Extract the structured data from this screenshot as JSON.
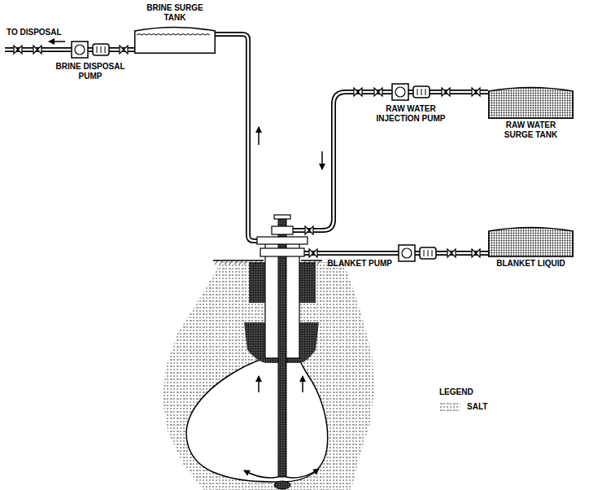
{
  "diagram": {
    "nodes": [
      {
        "text": [
          "BRINE SURGE TANK"
        ]
      },
      {
        "text": [
          "BRINE DISPOSAL PUMP"
        ]
      },
      {
        "text": [
          "RAW WATER SURGE TANK"
        ]
      },
      {
        "text": [
          "RAW WATER INJECTION PUMP"
        ]
      },
      {
        "text": [
          "BLANKET LIQUID"
        ]
      },
      {
        "text": [
          "BLANKET PUMP"
        ]
      }
    ],
    "edges": [
      {
        "from": 0,
        "to": 1,
        "arrow": "none"
      },
      {
        "from": 2,
        "to": 3,
        "arrow": "none"
      },
      {
        "from": 4,
        "to": 5,
        "arrow": "none"
      }
    ],
    "labels": [
      "TO DISPOSAL",
      "LEGEND"
    ],
    "legend": [
      {
        "text": "SALT"
      }
    ]
  }
}
